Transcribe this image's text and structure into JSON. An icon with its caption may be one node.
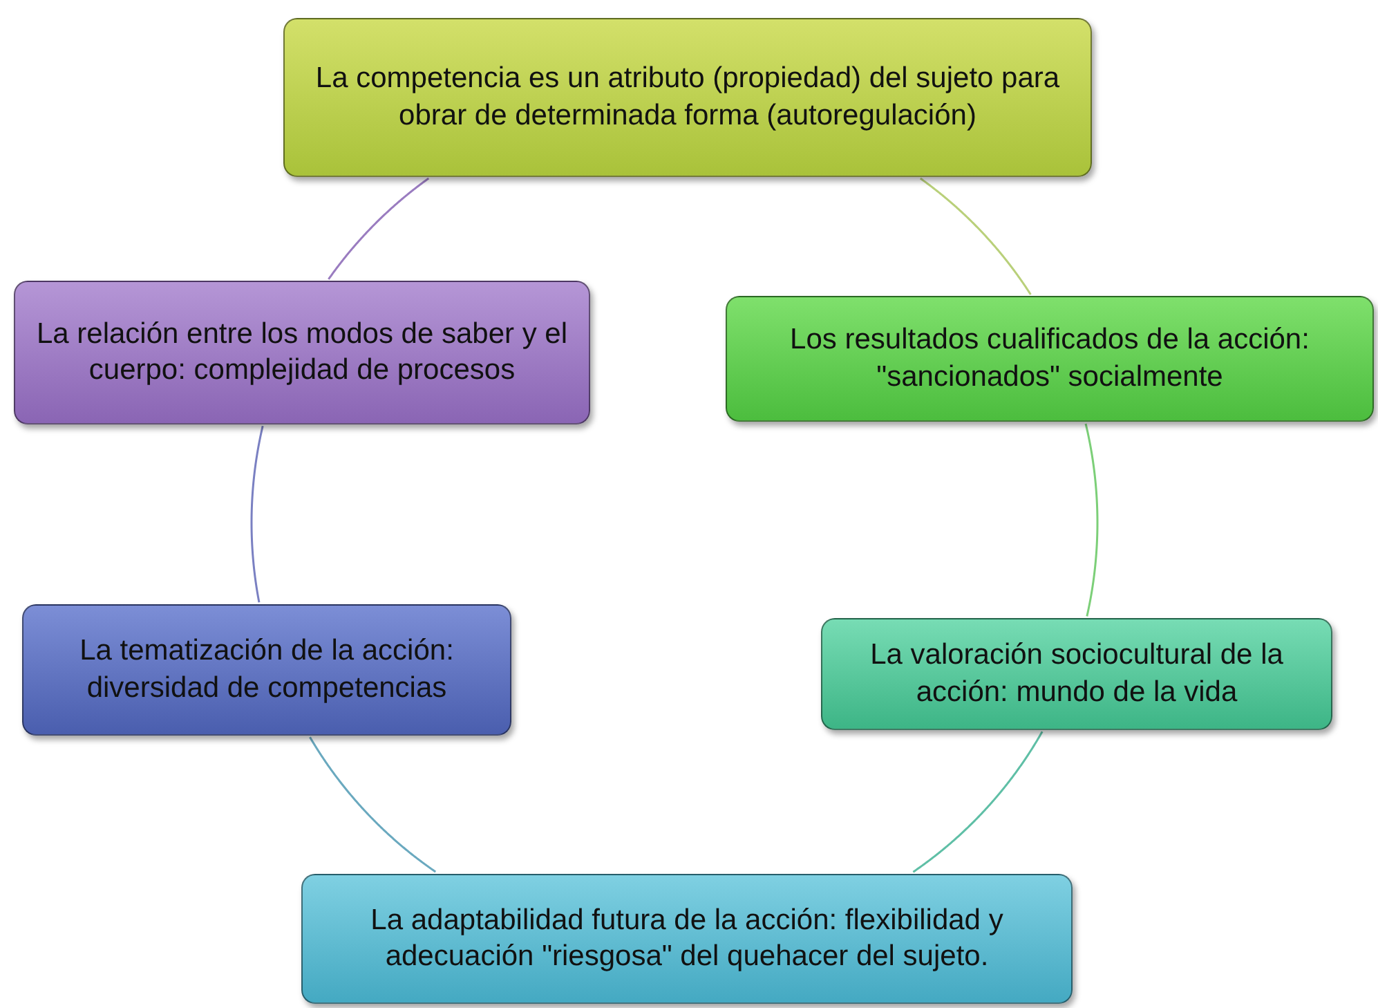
{
  "diagram": {
    "nodes": [
      {
        "text": [
          "La competencia es un atributo (propiedad) del sujeto para obrar de determinada forma (autoregulación)"
        ]
      },
      {
        "text": [
          "La relación entre los modos  de saber y el cuerpo: complejidad de procesos"
        ]
      },
      {
        "text": [
          "Los resultados cualificados de la acción: \"sancionados\" socialmente"
        ]
      },
      {
        "text": [
          "La tematización de la acción: diversidad de competencias"
        ]
      },
      {
        "text": [
          "La valoración sociocultural de la acción: mundo de la vida"
        ]
      },
      {
        "text": [
          "La adaptabilidad futura de la acción: flexibilidad y adecuación \"riesgosa\" del quehacer del sujeto."
        ]
      }
    ],
    "edges": [
      {
        "from": 0,
        "to": 2,
        "arrow": "none",
        "color": "#b9d07a"
      },
      {
        "from": 2,
        "to": 4,
        "arrow": "none",
        "color": "#7ccf78"
      },
      {
        "from": 4,
        "to": 5,
        "arrow": "none",
        "color": "#5fbfa6"
      },
      {
        "from": 5,
        "to": 3,
        "arrow": "none",
        "color": "#6aa9bf"
      },
      {
        "from": 3,
        "to": 1,
        "arrow": "none",
        "color": "#7a80c2"
      },
      {
        "from": 1,
        "to": 0,
        "arrow": "none",
        "color": "#9a7cc0"
      }
    ]
  }
}
